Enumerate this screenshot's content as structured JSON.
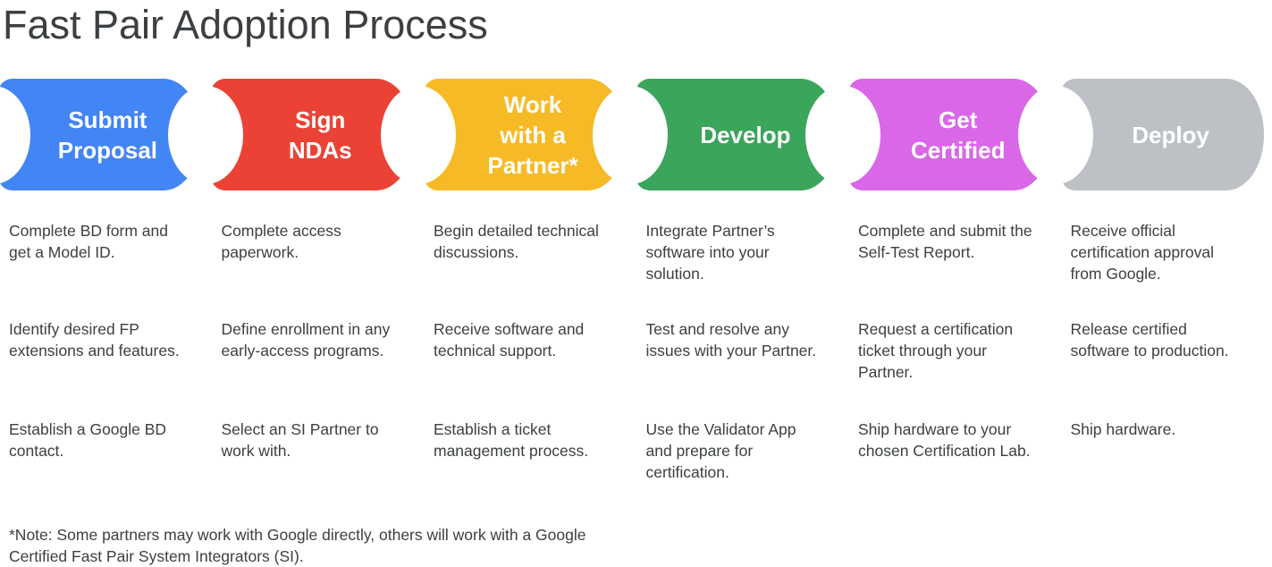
{
  "title": "Fast Pair Adoption Process",
  "note": "*Note: Some partners may work with Google directly, others will work with a Google Certified Fast Pair System Integrators (SI).",
  "steps": [
    {
      "label": "Submit\nProposal",
      "color": "#4285F4",
      "details": [
        "Complete BD form and get a Model ID.",
        "Identify desired FP extensions and features.",
        "Establish a Google BD contact."
      ]
    },
    {
      "label": "Sign\nNDAs",
      "color": "#EA4335",
      "details": [
        "Complete access paperwork.",
        "Define enrollment in any early-access programs.",
        "Select an SI Partner to work with."
      ]
    },
    {
      "label": "Work\nwith a\nPartner*",
      "color": "#F7BA27",
      "details": [
        "Begin detailed technical discussions.",
        "Receive software and technical support.",
        "Establish a ticket management process."
      ]
    },
    {
      "label": "Develop",
      "color": "#3BA55C",
      "details": [
        "Integrate Partner’s software into your solution.",
        "Test and resolve any issues with your Partner.",
        "Use the Validator App and prepare for certification."
      ]
    },
    {
      "label": "Get\nCertified",
      "color": "#D967E8",
      "details": [
        "Complete and submit the Self-Test Report.",
        "Request a certification ticket through your Partner.",
        "Ship hardware to your chosen Certification Lab."
      ]
    },
    {
      "label": "Deploy",
      "color": "#BDC1C6",
      "details": [
        "Receive official certification approval from Google.",
        "Release certified software to production.",
        "Ship hardware."
      ]
    }
  ]
}
